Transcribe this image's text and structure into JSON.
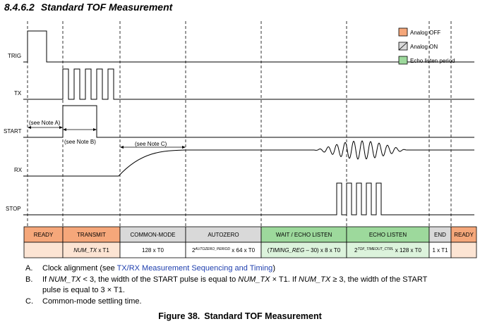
{
  "heading": {
    "number": "8.4.6.2",
    "title": "Standard TOF Measurement"
  },
  "signals": {
    "trig": "TRIG",
    "tx": "TX",
    "start": "START",
    "rx": "RX",
    "stop": "STOP"
  },
  "legend": {
    "analog_off": "Analog OFF",
    "analog_on": "Analog ON",
    "echo_listen": "Echo listen period"
  },
  "annotations": {
    "note_a": "(see Note A)",
    "note_b": "(see Note B)",
    "note_c": "(see Note C)"
  },
  "phases": [
    {
      "label": "READY"
    },
    {
      "label": "TRANSMIT"
    },
    {
      "label": "COMMON-MODE"
    },
    {
      "label": "AUTOZERO"
    },
    {
      "label": "WAIT / ECHO LISTEN"
    },
    {
      "label": "ECHO LISTEN"
    },
    {
      "label": "END"
    },
    {
      "label": "READY"
    }
  ],
  "durations": {
    "transmit": {
      "a": "NUM_TX",
      "b": " x T1"
    },
    "common_mode": "128 x T0",
    "autozero": {
      "base": "2",
      "sup": "AUTOZERO_PERIOD",
      "rest": " x 64 x T0"
    },
    "wait": {
      "a": "(",
      "b": "TIMING_REG",
      "c": " – 30) x 8 x T0"
    },
    "echo": {
      "base": "2",
      "sup": "TOF_TIMEOUT_CTRL",
      "rest": " x 128 x T0"
    },
    "end": "1 x T1"
  },
  "notes": {
    "a": {
      "letter": "A.",
      "text": "Clock alignment (see ",
      "link": "TX/RX Measurement Sequencing and Timing",
      "tail": ")"
    },
    "b": {
      "letter": "B.",
      "t1": "If ",
      "v1": "NUM_TX",
      "t2": " < 3, the width of the START pulse is equal to ",
      "v2": "NUM_TX",
      "t3": " × T1. If ",
      "v3": "NUM_TX",
      "t4": " ≥ 3, the width of the START",
      "t5": "pulse is equal to 3 × T1."
    },
    "c": {
      "letter": "C.",
      "text": "Common-mode settling time."
    }
  },
  "caption": {
    "label": "Figure 38.",
    "title": "Standard TOF Measurement"
  },
  "colors": {
    "analog_off": "#f5a77a",
    "analog_off_light": "#fce4d3",
    "analog_on": "#d9d9d9",
    "echo": "#9dd99c",
    "echo_light": "#dcf3dc",
    "stroke": "#000000"
  }
}
